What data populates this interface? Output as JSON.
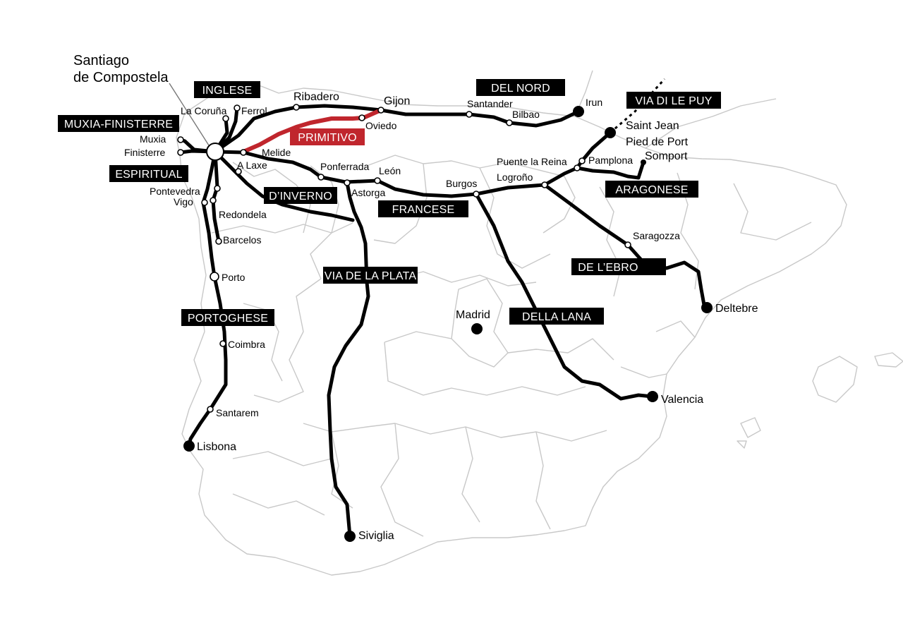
{
  "colors": {
    "route": "#000000",
    "primitivo": "#c0262d",
    "region_outline": "#c8c8c8",
    "label_bg": "#000000",
    "label_text": "#ffffff"
  },
  "origin": {
    "line1": "Santiago",
    "line2": "de Compostela"
  },
  "routes": {
    "inglese": "INGLESE",
    "muxia_finisterre": "MUXIA-FINISTERRE",
    "espiritual": "ESPIRITUAL",
    "primitivo": "PRIMITIVO",
    "del_nord": "DEL NORD",
    "via_di_le_puy": "VIA DI LE PUY",
    "d_inverno": "D’INVERNO",
    "francese": "FRANCESE",
    "aragonese": "ARAGONESE",
    "via_de_la_plata": "VIA DE LA PLATA",
    "de_l_ebro": "DE L’EBRO",
    "portoghese": "PORTOGHESE",
    "della_lana": "DELLA LANA"
  },
  "places": {
    "ribadero": "Ribadero",
    "gijon": "Gijon",
    "la_coruna": "La Coruña",
    "ferrol": "Ferrol",
    "oviedo": "Oviedo",
    "santander": "Santander",
    "bilbao": "Bilbao",
    "irun": "Irun",
    "saint_jean_1": "Saint Jean",
    "saint_jean_2": "Pied de Port",
    "somport": "Somport",
    "muxia": "Muxia",
    "finisterre": "Finisterre",
    "melide": "Melide",
    "a_laxe": "A Laxe",
    "ponferrada": "Ponferrada",
    "leon": "León",
    "astorga": "Astorga",
    "burgos": "Burgos",
    "puente_la_reina": "Puente la Reina",
    "pamplona": "Pamplona",
    "logrono": "Logroño",
    "pontevedra": "Pontevedra",
    "vigo": "Vigo",
    "redondela": "Redondela",
    "barcelos": "Barcelos",
    "porto": "Porto",
    "saragozza": "Saragozza",
    "deltebre": "Deltebre",
    "madrid": "Madrid",
    "coimbra": "Coimbra",
    "valencia": "Valencia",
    "santarem": "Santarem",
    "lisbona": "Lisbona",
    "siviglia": "Siviglia"
  }
}
